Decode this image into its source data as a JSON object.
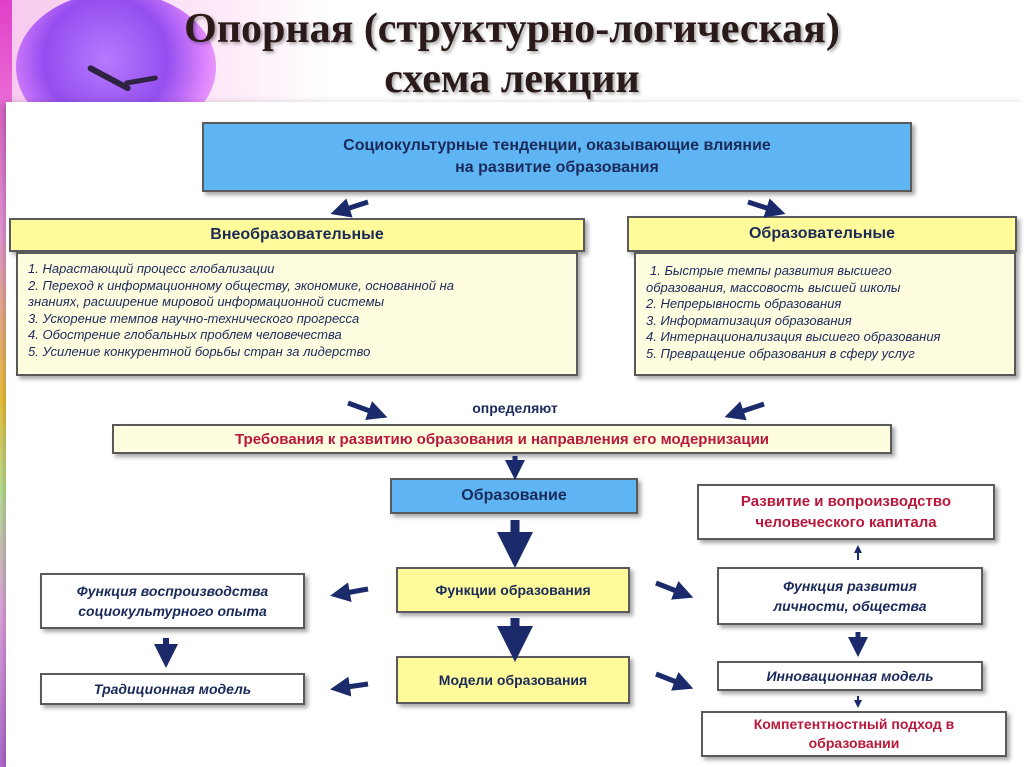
{
  "title": {
    "line1": "Опорная (структурно-логическая)",
    "line2": "схема лекции"
  },
  "top_box": {
    "line1": "Социокультурные тенденции, оказывающие влияние",
    "line2": "на развитие образования"
  },
  "left_header": "Внеобразовательные",
  "right_header": "Образовательные",
  "left_list": [
    "1. Нарастающий процесс глобализации",
    "2. Переход к информационному обществу, экономике, основанной на",
    "знаниях, расширение мировой информационной системы",
    "3. Ускорение темпов научно-технического прогресса",
    "4. Обострение глобальных проблем человечества",
    "5. Усиление конкурентной борьбы стран за лидерство"
  ],
  "right_list": [
    "1. Быстрые темпы развития высшего",
    "образования, массовость высшей школы",
    "2. Непрерывность образования",
    "3. Информатизация образования",
    "4. Интернационализация высшего образования",
    "5. Превращение образования в сферу услуг"
  ],
  "determine_label": "определяют",
  "requirements": "Требования к развитию образования и направления его модернизации",
  "education": "Образование",
  "human_capital": {
    "line1": "Развитие и вопроизводство",
    "line2": "человеческого капитала"
  },
  "functions": "Функции образования",
  "models": "Модели образования",
  "func_reproduction": {
    "line1": "Функция воспроизводства",
    "line2": "социокультурного опыта"
  },
  "traditional_model": "Традиционная модель",
  "func_development": {
    "line1": "Функция развития",
    "line2": "личности, общества"
  },
  "innovation_model": "Инновационная модель",
  "competence": {
    "line1": "Компетентностный подход в",
    "line2": "образовании"
  },
  "colors": {
    "blue_box": "#5fb4f3",
    "yellow_box": "#fffb9a",
    "red_text": "#b8183a",
    "navy_text": "#1a2a5a",
    "arrow": "#1a2a6a"
  }
}
